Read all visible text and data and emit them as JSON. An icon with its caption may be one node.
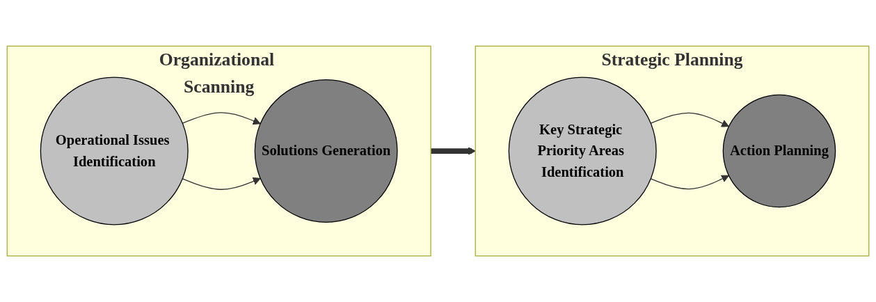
{
  "diagram": {
    "nodes": [
      {
        "text": [
          "Organizational Scanning"
        ]
      },
      {
        "text": [
          "Operational Issues Identification"
        ],
        "in": 0
      },
      {
        "text": [
          "Solutions Generation"
        ],
        "in": 0
      },
      {
        "text": [
          "Strategic Planning"
        ]
      },
      {
        "text": [
          "Key Strategic Priority Areas Identification"
        ],
        "in": 3
      },
      {
        "text": [
          "Action Planning"
        ],
        "in": 3
      }
    ],
    "edges": [
      {
        "from": 1,
        "to": 2,
        "arrow": "to"
      },
      {
        "from": 1,
        "to": 2,
        "arrow": "to"
      },
      {
        "from": 0,
        "to": 3,
        "arrow": "to",
        "style": "thick"
      },
      {
        "from": 4,
        "to": 5,
        "arrow": "to"
      },
      {
        "from": 4,
        "to": 5,
        "arrow": "to"
      }
    ]
  }
}
